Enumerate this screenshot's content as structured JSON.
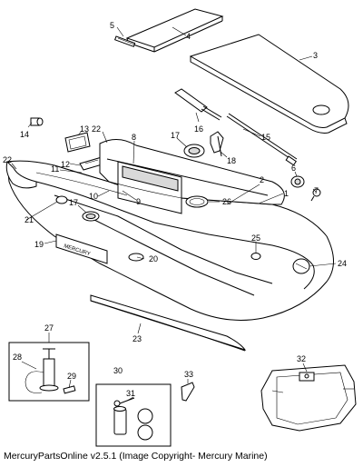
{
  "caption": "MercuryPartsOnline v2.5.1 (Image Copyright- Mercury Marine)",
  "callouts": [
    "1",
    "2",
    "3",
    "4",
    "5",
    "6",
    "7",
    "8",
    "9",
    "10",
    "11",
    "12",
    "13",
    "14",
    "15",
    "16",
    "17",
    "17",
    "18",
    "19",
    "20",
    "21",
    "22",
    "22",
    "23",
    "24",
    "25",
    "26",
    "27",
    "28",
    "29",
    "30",
    "31",
    "32",
    "33"
  ]
}
